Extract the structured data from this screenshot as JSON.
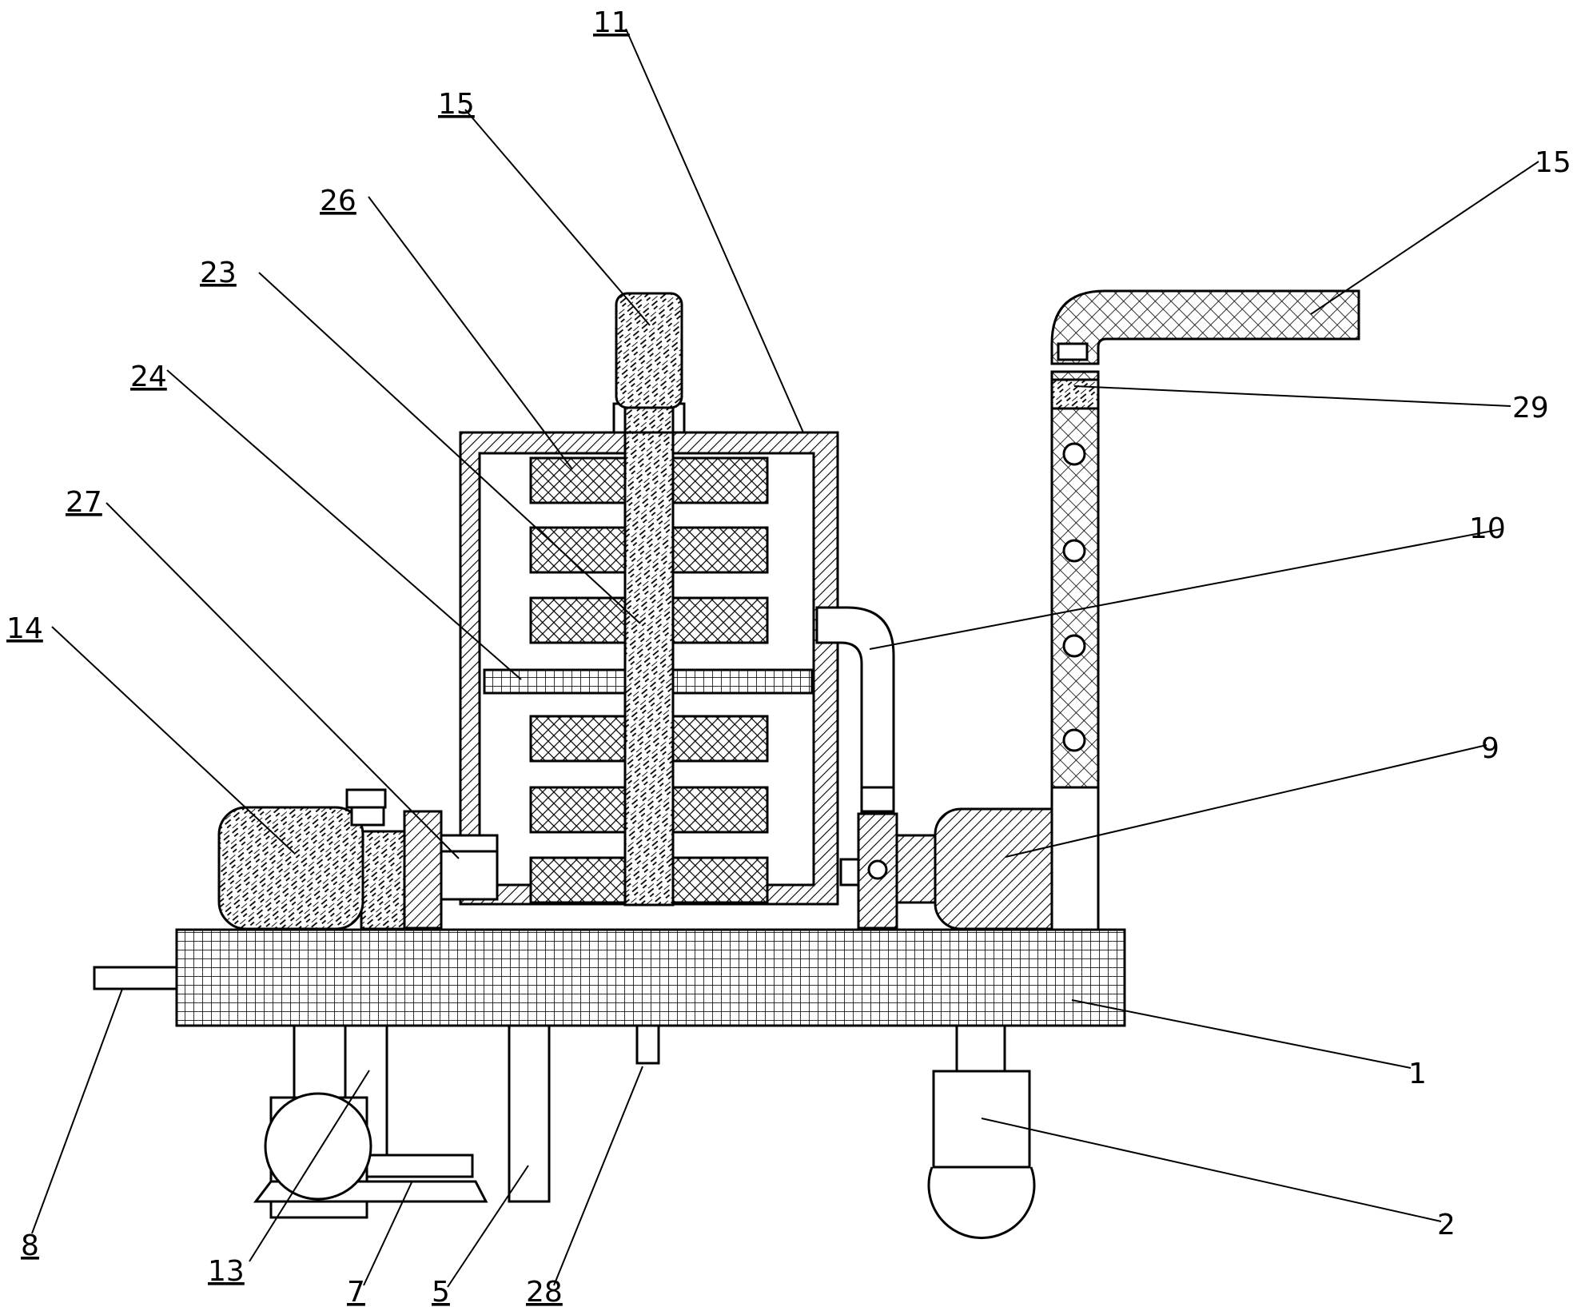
{
  "figure": {
    "background": "#ffffff",
    "stroke_color": "#000000",
    "labels": {
      "l11": "11",
      "l15a": "15",
      "l26": "26",
      "l23": "23",
      "l24": "24",
      "l27": "27",
      "l14": "14",
      "l15b": "15",
      "l29": "29",
      "l10": "10",
      "l9": "9",
      "l1": "1",
      "l2": "2",
      "l8": "8",
      "l13": "13",
      "l7": "7",
      "l5": "5",
      "l28": "28"
    }
  }
}
